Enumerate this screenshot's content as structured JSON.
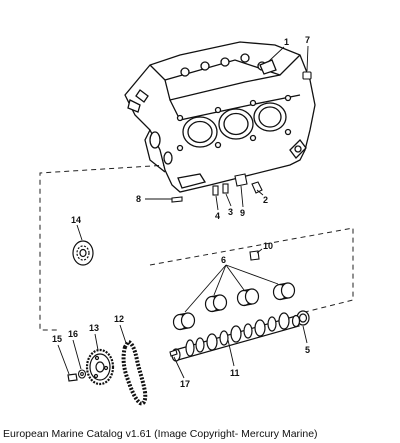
{
  "caption": "European Marine Catalog v1.61 (Image Copyright- Mercury Marine)",
  "callouts": {
    "c1": "1",
    "c2": "2",
    "c3": "3",
    "c4": "4",
    "c5": "5",
    "c6": "6",
    "c7": "7",
    "c8": "8",
    "c9": "9",
    "c10": "10",
    "c11": "11",
    "c12": "12",
    "c13": "13",
    "c14": "14",
    "c15": "15",
    "c16": "16",
    "c17": "17"
  }
}
